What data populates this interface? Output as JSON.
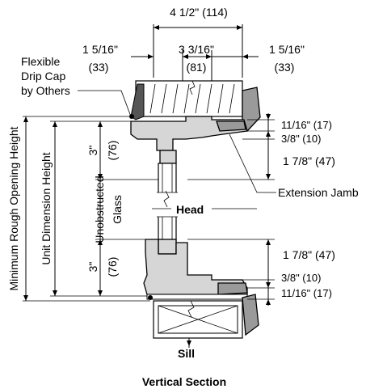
{
  "dimensions": {
    "overall_width": "4 1/2\" (114)",
    "left_offset_imperial": "1 5/16\"",
    "left_offset_metric": "(33)",
    "center_width_imperial": "3 3/16\"",
    "center_width_metric": "(81)",
    "right_offset_imperial": "1 5/16\"",
    "right_offset_metric": "(33)",
    "head_top": "11/16\" (17)",
    "head_second": "3/8\" (10)",
    "head_third": "1 7/8\" (47)",
    "sill_third": "1 7/8\" (47)",
    "sill_second": "3/8\" (10)",
    "sill_bottom": "11/16\" (17)",
    "head_frame_imperial": "3\"",
    "head_frame_metric": "(76)",
    "sill_frame_imperial": "3\"",
    "sill_frame_metric": "(76)"
  },
  "labels": {
    "drip_cap_line1": "Flexible",
    "drip_cap_line2": "Drip Cap",
    "drip_cap_line3": "by Others",
    "extension_jamb": "Extension Jamb",
    "head": "Head",
    "sill": "Sill",
    "unobstructed": "Unobstructed",
    "glass": "Glass",
    "unit_dimension_height": "Unit Dimension Height",
    "min_rough_opening_height": "Minimum Rough Opening Height",
    "caption": "Vertical Section"
  }
}
